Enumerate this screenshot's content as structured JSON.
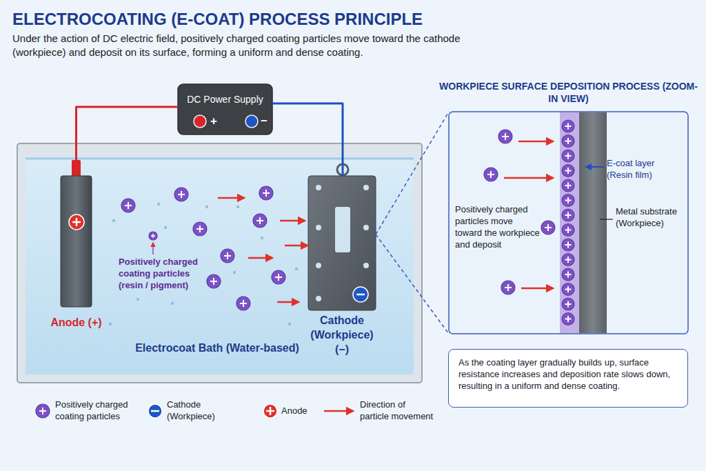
{
  "diagram": {
    "title": "ELECTROCOATING (E-COAT) PROCESS PRINCIPLE",
    "caption": "Under the action of DC electric field, positively charged coating particles move toward the cathode (workpiece) and deposit on its surface, forming a uniform and dense coating.",
    "nodes": [
      {
        "text": [
          "DC Power Supply",
          "+",
          "−"
        ]
      },
      {
        "text": [
          "Electrocoat Bath (Water-based)"
        ]
      },
      {
        "text": [
          "Anode (+)"
        ],
        "in": 1
      },
      {
        "text": [
          "Cathode (Workpiece) (−)"
        ],
        "in": 1
      },
      {
        "text": [
          "WORKPIECE SURFACE DEPOSITION PROCESS (ZOOM-IN VIEW)"
        ]
      },
      {
        "text": [
          "As the coating layer gradually builds up, surface resistance increases and deposition rate slows down, resulting in a uniform and dense coating."
        ]
      }
    ],
    "edges": [
      {
        "from": 0,
        "to": 2,
        "arrow": "none"
      },
      {
        "from": 0,
        "to": 3,
        "arrow": "none"
      },
      {
        "from": 3,
        "to": 4,
        "arrow": "none"
      },
      {
        "from": 3,
        "to": 4,
        "arrow": "none"
      }
    ],
    "labels": [
      "Positively charged coating particles (resin / pigment)",
      "E-coat layer (Resin film)",
      "Metal substrate (Workpiece)",
      "Positively charged particles move toward the workpiece and deposit"
    ],
    "legend": [
      {
        "text": "Positively charged coating particles"
      },
      {
        "text": "Cathode (Workpiece)"
      },
      {
        "text": "Anode"
      },
      {
        "text": "Direction of particle movement"
      }
    ]
  }
}
